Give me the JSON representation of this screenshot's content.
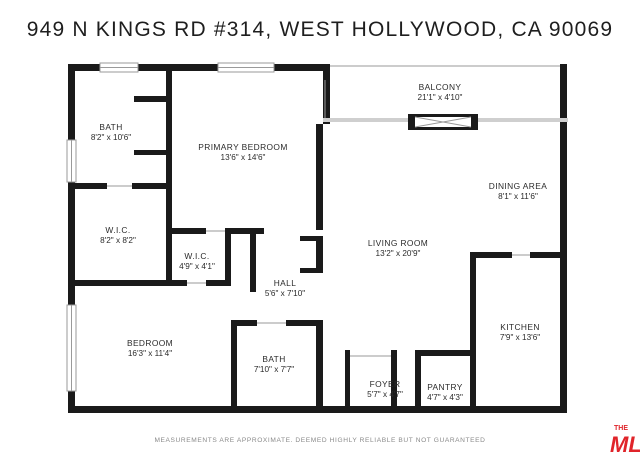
{
  "title": "949 N KINGS RD #314, WEST HOLLYWOOD, CA 90069",
  "rooms": [
    {
      "name": "BATH",
      "dims": "8'2\" x 10'6\""
    },
    {
      "name": "PRIMARY BEDROOM",
      "dims": "13'6\" x 14'6\""
    },
    {
      "name": "BALCONY",
      "dims": "21'1\" x 4'10\""
    },
    {
      "name": "DINING AREA",
      "dims": "8'1\" x 11'6\""
    },
    {
      "name": "W.I.C.",
      "dims": "8'2\" x 8'2\""
    },
    {
      "name": "W.I.C.",
      "dims": "4'9\" x 4'1\""
    },
    {
      "name": "LIVING ROOM",
      "dims": "13'2\" x 20'9\""
    },
    {
      "name": "HALL",
      "dims": "5'6\" x 7'10\""
    },
    {
      "name": "BEDROOM",
      "dims": "16'3\" x 11'4\""
    },
    {
      "name": "KITCHEN",
      "dims": "7'9\" x 13'6\""
    },
    {
      "name": "BATH",
      "dims": "7'10\" x 7'7\""
    },
    {
      "name": "FOYER",
      "dims": "5'7\" x 4'7\""
    },
    {
      "name": "PANTRY",
      "dims": "4'7\" x 4'3\""
    }
  ],
  "footer": "MEASUREMENTS ARE APPROXIMATE. DEEMED HIGHLY RELIABLE BUT NOT GUARANTEED",
  "logo": {
    "top_text": "THE",
    "main_text": "MLS"
  },
  "colors": {
    "wall": "#1a1a1a",
    "text": "#2b2b2b",
    "logo": "#e0242a"
  }
}
